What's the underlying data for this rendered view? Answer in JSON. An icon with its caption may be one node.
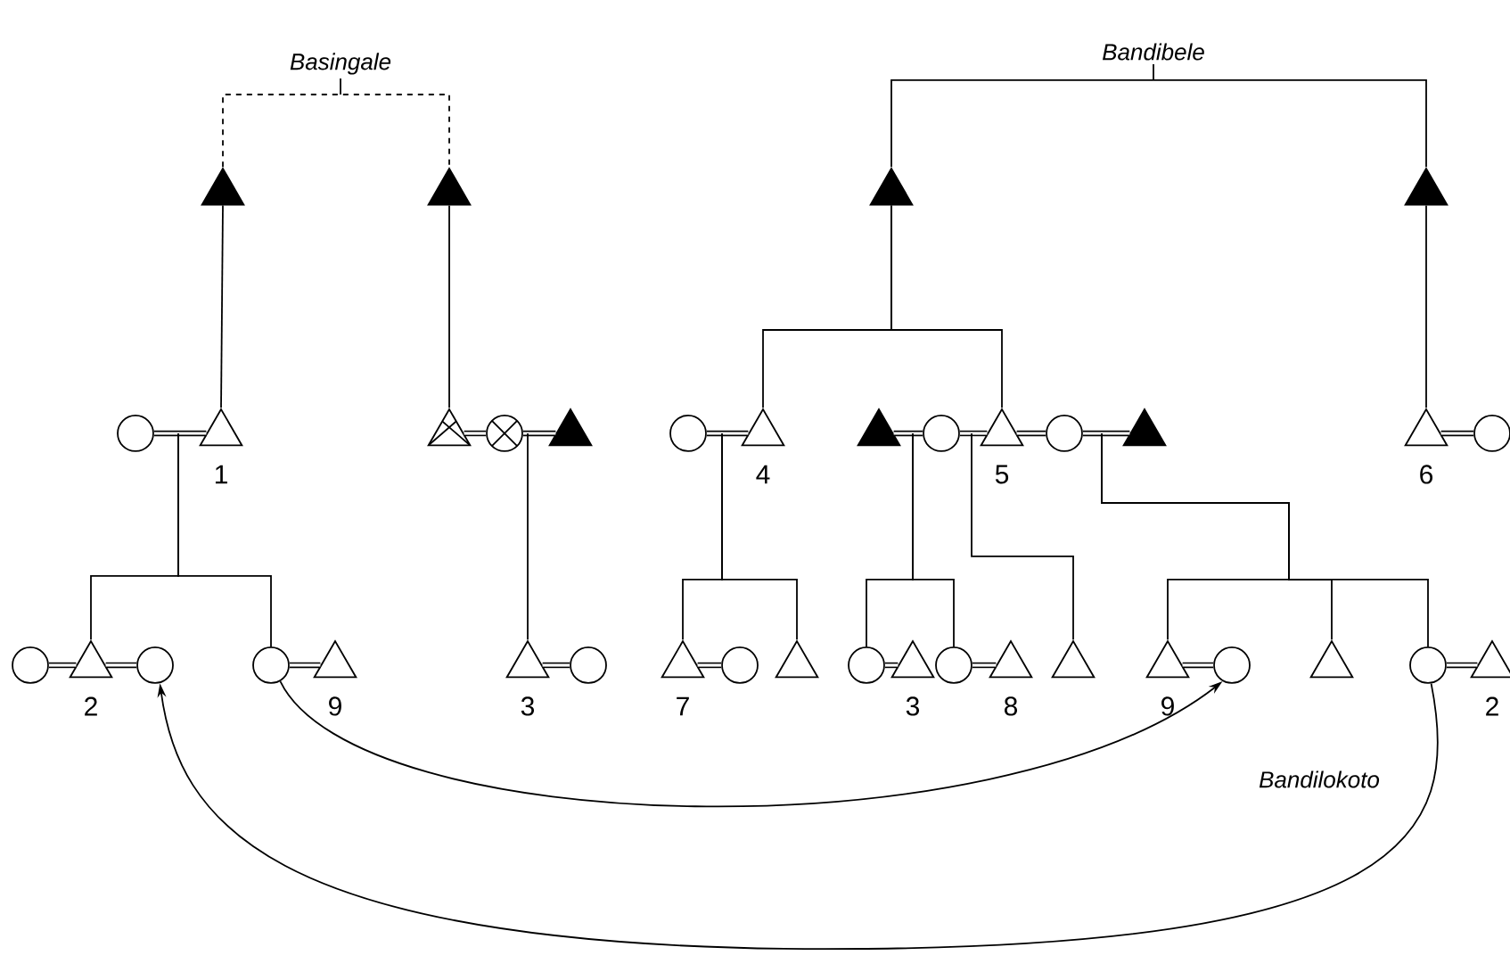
{
  "diagram": {
    "nodes": [
      {
        "text": [],
        "shape": "solid-triangle"
      },
      {
        "text": [],
        "shape": "solid-triangle"
      },
      {
        "text": [],
        "shape": "solid-triangle"
      },
      {
        "text": [],
        "shape": "solid-triangle"
      },
      {
        "text": [],
        "shape": "circle"
      },
      {
        "text": [],
        "shape": "triangle",
        "beside": [
          "1"
        ]
      },
      {
        "text": [],
        "shape": "crossed-triangle"
      },
      {
        "text": [],
        "shape": "crossed-circle"
      },
      {
        "text": [],
        "shape": "solid-triangle"
      },
      {
        "text": [],
        "shape": "circle"
      },
      {
        "text": [],
        "shape": "triangle",
        "beside": [
          "4"
        ]
      },
      {
        "text": [],
        "shape": "solid-triangle"
      },
      {
        "text": [],
        "shape": "circle"
      },
      {
        "text": [],
        "shape": "triangle",
        "beside": [
          "5"
        ]
      },
      {
        "text": [],
        "shape": "circle"
      },
      {
        "text": [],
        "shape": "solid-triangle"
      },
      {
        "text": [],
        "shape": "triangle",
        "beside": [
          "6"
        ]
      },
      {
        "text": [],
        "shape": "circle"
      },
      {
        "text": [],
        "shape": "circle"
      },
      {
        "text": [],
        "shape": "triangle",
        "beside": [
          "2"
        ]
      },
      {
        "text": [],
        "shape": "circle"
      },
      {
        "text": [],
        "shape": "circle"
      },
      {
        "text": [],
        "shape": "triangle",
        "beside": [
          "9"
        ]
      },
      {
        "text": [],
        "shape": "triangle",
        "beside": [
          "3"
        ]
      },
      {
        "text": [],
        "shape": "circle"
      },
      {
        "text": [],
        "shape": "triangle",
        "beside": [
          "7"
        ]
      },
      {
        "text": [],
        "shape": "circle"
      },
      {
        "text": [],
        "shape": "triangle"
      },
      {
        "text": [],
        "shape": "circle"
      },
      {
        "text": [],
        "shape": "triangle",
        "beside": [
          "3"
        ]
      },
      {
        "text": [],
        "shape": "circle"
      },
      {
        "text": [],
        "shape": "triangle",
        "beside": [
          "8"
        ]
      },
      {
        "text": [],
        "shape": "triangle"
      },
      {
        "text": [],
        "shape": "triangle",
        "beside": [
          "9"
        ]
      },
      {
        "text": [],
        "shape": "circle"
      },
      {
        "text": [],
        "shape": "triangle"
      },
      {
        "text": [],
        "shape": "circle"
      },
      {
        "text": [],
        "shape": "triangle",
        "beside": [
          "2"
        ]
      }
    ],
    "edges": [
      {
        "from": 0,
        "to": 1,
        "arrow": "none",
        "label": "Basingale",
        "style": "dashed"
      },
      {
        "from": 2,
        "to": 3,
        "arrow": "none",
        "label": "Bandibele"
      },
      {
        "from": 0,
        "to": 5,
        "arrow": "none"
      },
      {
        "from": 1,
        "to": 6,
        "arrow": "none"
      },
      {
        "from": 2,
        "to": 10,
        "arrow": "none"
      },
      {
        "from": 2,
        "to": 13,
        "arrow": "none"
      },
      {
        "from": 3,
        "to": 16,
        "arrow": "none"
      },
      {
        "from": 4,
        "to": 5,
        "arrow": "none",
        "style": "thick"
      },
      {
        "from": 6,
        "to": 7,
        "arrow": "none",
        "style": "thick"
      },
      {
        "from": 7,
        "to": 8,
        "arrow": "none",
        "style": "thick"
      },
      {
        "from": 9,
        "to": 10,
        "arrow": "none",
        "style": "thick"
      },
      {
        "from": 11,
        "to": 12,
        "arrow": "none",
        "style": "thick"
      },
      {
        "from": 12,
        "to": 13,
        "arrow": "none",
        "style": "thick"
      },
      {
        "from": 13,
        "to": 14,
        "arrow": "none",
        "style": "thick"
      },
      {
        "from": 14,
        "to": 15,
        "arrow": "none",
        "style": "thick"
      },
      {
        "from": 16,
        "to": 17,
        "arrow": "none",
        "style": "thick"
      },
      {
        "from": 18,
        "to": 19,
        "arrow": "none",
        "style": "thick"
      },
      {
        "from": 19,
        "to": 20,
        "arrow": "none",
        "style": "thick"
      },
      {
        "from": 21,
        "to": 22,
        "arrow": "none",
        "style": "thick"
      },
      {
        "from": 23,
        "to": 24,
        "arrow": "none",
        "style": "thick"
      },
      {
        "from": 25,
        "to": 26,
        "arrow": "none",
        "style": "thick"
      },
      {
        "from": 28,
        "to": 29,
        "arrow": "none",
        "style": "thick"
      },
      {
        "from": 30,
        "to": 31,
        "arrow": "none",
        "style": "thick"
      },
      {
        "from": 33,
        "to": 34,
        "arrow": "none",
        "style": "thick"
      },
      {
        "from": 36,
        "to": 37,
        "arrow": "none",
        "style": "thick"
      },
      {
        "from": 4,
        "to": 19,
        "arrow": "none"
      },
      {
        "from": 4,
        "to": 21,
        "arrow": "none"
      },
      {
        "from": 7,
        "to": 23,
        "arrow": "none"
      },
      {
        "from": 9,
        "to": 25,
        "arrow": "none"
      },
      {
        "from": 9,
        "to": 27,
        "arrow": "none"
      },
      {
        "from": 11,
        "to": 28,
        "arrow": "none"
      },
      {
        "from": 11,
        "to": 30,
        "arrow": "none"
      },
      {
        "from": 12,
        "to": 32,
        "arrow": "none"
      },
      {
        "from": 14,
        "to": 33,
        "arrow": "none"
      },
      {
        "from": 14,
        "to": 35,
        "arrow": "none"
      },
      {
        "from": 14,
        "to": 36,
        "arrow": "none"
      },
      {
        "from": 21,
        "to": 34,
        "arrow": "to"
      },
      {
        "from": 36,
        "to": 20,
        "arrow": "to"
      }
    ],
    "labels": [
      "Bandilokoto"
    ]
  }
}
